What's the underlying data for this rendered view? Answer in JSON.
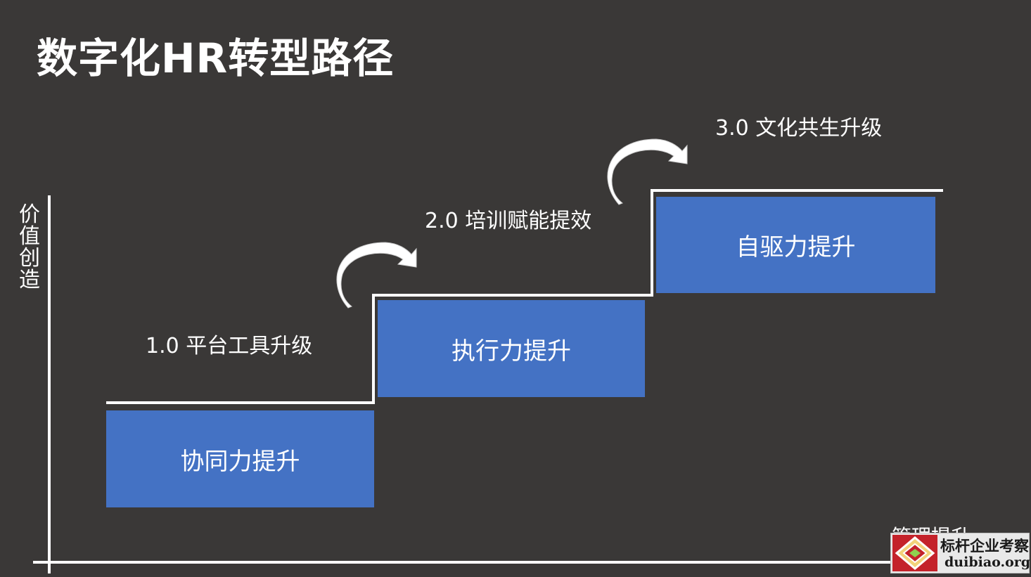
{
  "title": "数字化HR转型路径",
  "axes": {
    "y_label": "价值创造",
    "x_label": "管理提升"
  },
  "stages": [
    {
      "label": "1.0 平台工具升级",
      "box": "协同力提升"
    },
    {
      "label": "2.0 培训赋能提效",
      "box": "执行力提升"
    },
    {
      "label": "3.0 文化共生升级",
      "box": "自驱力提升"
    }
  ],
  "watermark": {
    "name": "标杆企业考察",
    "url": "duibiao.org"
  },
  "colors": {
    "background": "#3a3837",
    "box": "#4472c4",
    "line": "#ffffff",
    "text": "#ffffff"
  },
  "icons": [
    "curved-arrow-icon",
    "curved-arrow-icon"
  ]
}
